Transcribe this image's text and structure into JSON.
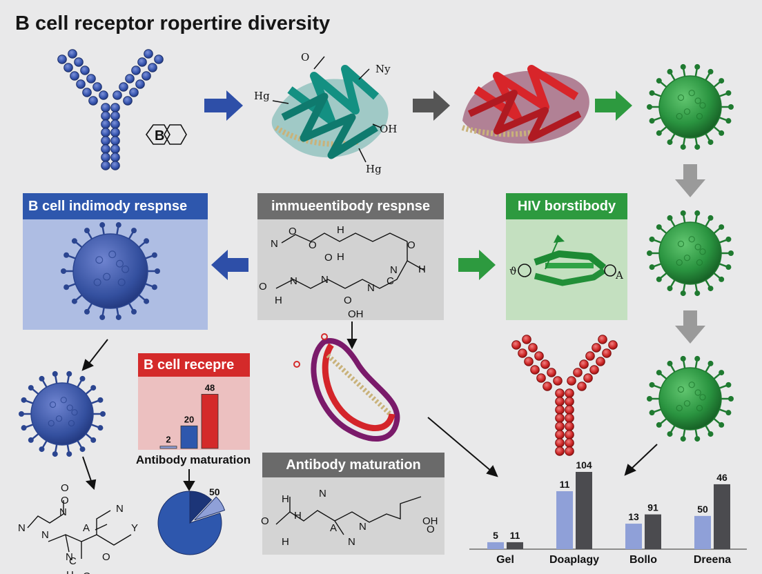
{
  "title": "B cell receptor ropertire diversity",
  "icons": {
    "antibody_blue": "antibody-icon",
    "virus": "virus-icon",
    "protein": "protein-ribbon-icon",
    "arrow": "arrow-icon"
  },
  "top_row": {
    "b_label": "B",
    "teal_labels": {
      "top_left": "O",
      "top_right": "Ny",
      "left": "Hg",
      "right": "OH",
      "bottom": "Hg"
    }
  },
  "panels": {
    "b_cell_response": {
      "header": "B cell indimody respnse",
      "color": "#2e57ad",
      "bg": "#aebde3"
    },
    "immune": {
      "header": "immueentibody respnse",
      "color": "#6d6d6d",
      "bg": "#d2d2d2",
      "atoms": [
        "O",
        "N",
        "O",
        "H",
        "O",
        "H",
        "O",
        "N",
        "H",
        "O",
        "N",
        "N",
        "N",
        "C",
        "H",
        "O",
        "OH"
      ]
    },
    "hiv": {
      "header": "HIV borstibody",
      "color": "#2d9a3f",
      "bg": "#c4e0c0",
      "left_label": "ϑ",
      "right_label": "A"
    },
    "b_cell_receptor": {
      "header": "B cell recepre",
      "color": "#d42a2a",
      "bg": "#ecc0c0",
      "caption": "Antibody maturation"
    },
    "maturation": {
      "header": "Antibody maturation",
      "color": "#6a6a6a",
      "bg": "#d4d4d4",
      "atoms": [
        "H",
        "N",
        "O",
        "H",
        "A",
        "N",
        "N",
        "O",
        "H",
        "OH"
      ]
    }
  },
  "small_chem": {
    "atoms": [
      "O",
      "N",
      "N",
      "O",
      "A",
      "N",
      "N",
      "C",
      "Y",
      "N",
      "O",
      "H",
      "O"
    ]
  },
  "colors": {
    "blue": "#2e57ad",
    "blue_light": "#7f92cf",
    "red": "#d42a2a",
    "green": "#2d9a3f",
    "gray": "#555555",
    "teal": "#1f9a8a"
  },
  "chart_data": [
    {
      "type": "bar",
      "categories": [
        "",
        "",
        ""
      ],
      "values": [
        2,
        20,
        48
      ],
      "value_labels": [
        "2",
        "20",
        "48"
      ],
      "colors": [
        "#8fa0d8",
        "#2e57ad",
        "#d42a2a"
      ],
      "ylim": [
        0,
        55
      ]
    },
    {
      "type": "pie",
      "labels": [
        "50"
      ],
      "values": [
        80,
        12,
        8
      ],
      "colors": [
        "#2e57ad",
        "#1c3578",
        "#8fa0d8"
      ]
    },
    {
      "type": "bar",
      "categories": [
        "Gel",
        "Doaplagy",
        "Bollo",
        "Dreena"
      ],
      "series": [
        {
          "values": [
            5,
            11,
            13,
            50
          ],
          "labels": [
            "5",
            "11",
            "13",
            "50"
          ]
        },
        {
          "values": [
            11,
            104,
            91,
            46
          ],
          "labels": [
            "11",
            "104",
            "91",
            "46"
          ]
        }
      ],
      "colors": [
        "#8fa0d8",
        "#4b4b4f"
      ],
      "heights": [
        0.09,
        0.75,
        0.33,
        0.43,
        0.09,
        1.0,
        0.45,
        0.84
      ]
    }
  ]
}
